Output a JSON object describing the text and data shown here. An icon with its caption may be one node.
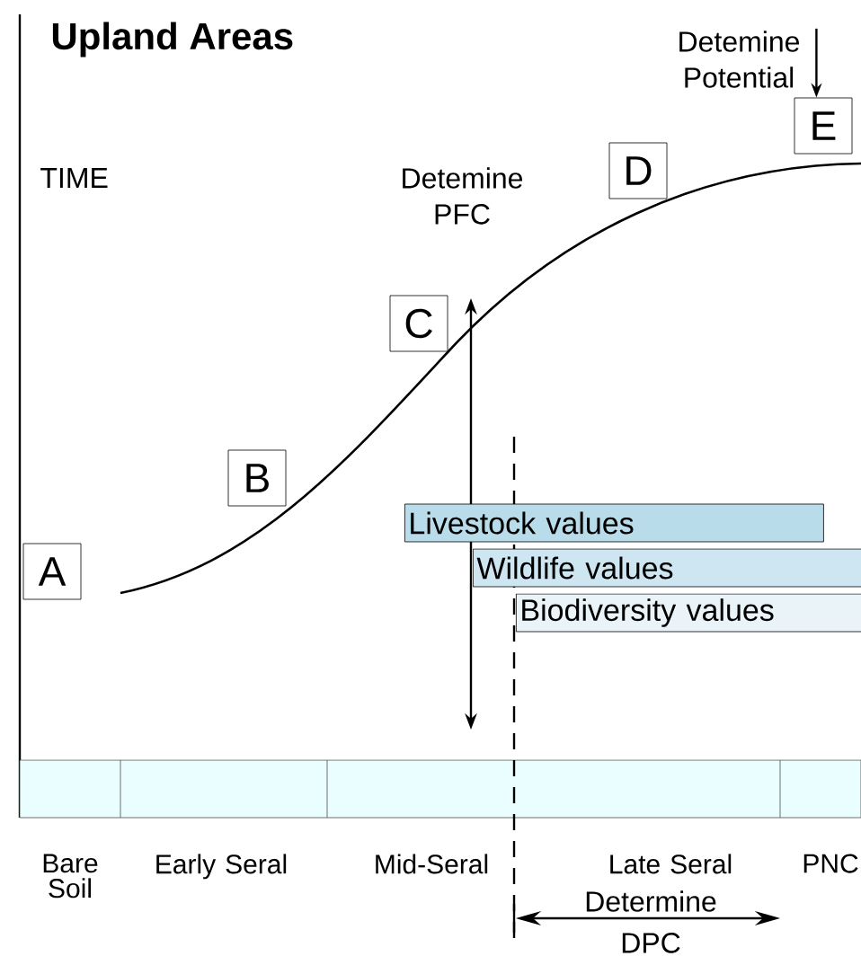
{
  "diagram": {
    "title": "Upland Areas",
    "nodes": [
      {
        "text": [
          "A"
        ]
      },
      {
        "text": [
          "B"
        ]
      },
      {
        "text": [
          "C"
        ]
      },
      {
        "text": [
          "D"
        ]
      },
      {
        "text": [
          "E"
        ]
      },
      {
        "text": [
          "Livestock values"
        ]
      },
      {
        "text": [
          "Wildlife values"
        ]
      },
      {
        "text": [
          "Biodiversity values"
        ]
      },
      {
        "text": [
          "Detemine PFC"
        ]
      },
      {
        "text": [
          "Detemine Potential"
        ]
      },
      {
        "text": [
          "Determine DPC"
        ]
      }
    ],
    "edges": [
      {
        "from": 9,
        "to": 4,
        "arrow": "to"
      }
    ],
    "labels": [
      "TIME",
      "Bare Soil",
      "Early Seral",
      "Mid-Seral",
      "Late Seral",
      "PNC"
    ]
  }
}
